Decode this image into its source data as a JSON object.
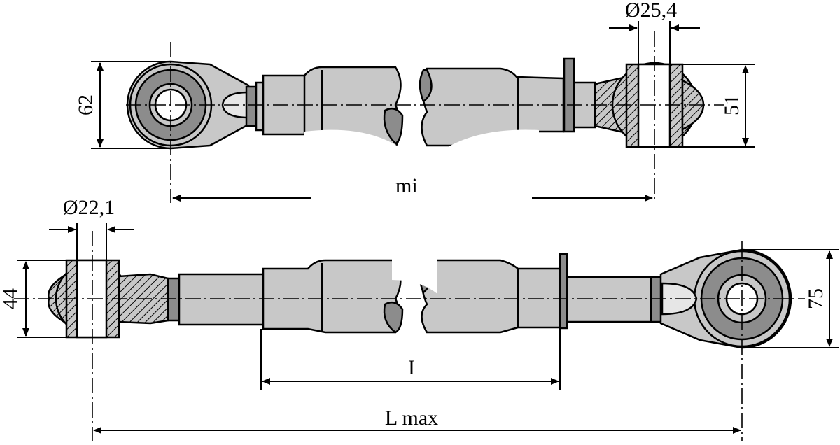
{
  "drawing": {
    "top": {
      "dim_height_left": "62",
      "dim_height_right": "51",
      "dim_bore_right": "Ø25,4",
      "dim_length": "mi"
    },
    "bottom": {
      "dim_bore_left": "Ø22,1",
      "dim_height_left": "44",
      "dim_height_right": "75",
      "dim_tube": "I",
      "dim_length": "L max"
    },
    "colors": {
      "part": "#c8c8c8",
      "dark": "#8c8c8c",
      "light": "#e6e6e6",
      "line": "#000000"
    }
  }
}
